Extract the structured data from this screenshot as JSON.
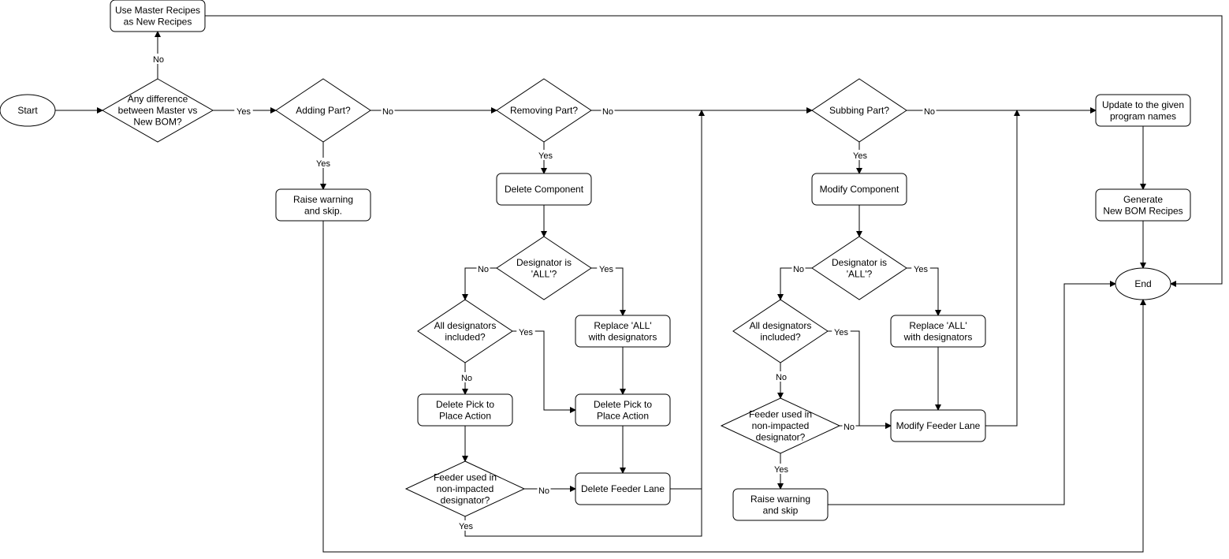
{
  "colors": {
    "stroke": "#000000",
    "fill": "#ffffff",
    "text": "#000000"
  },
  "nodes": {
    "start": {
      "lines": [
        "Start"
      ]
    },
    "use_master": {
      "lines": [
        "Use Master Recipes",
        "as New Recipes"
      ]
    },
    "any_diff": {
      "lines": [
        "Any difference",
        "between Master vs",
        "New BOM?"
      ]
    },
    "adding": {
      "lines": [
        "Adding Part?"
      ]
    },
    "raise1": {
      "lines": [
        "Raise warning",
        "and skip."
      ]
    },
    "removing": {
      "lines": [
        "Removing Part?"
      ]
    },
    "delete_comp": {
      "lines": [
        "Delete Component"
      ]
    },
    "desig_all1": {
      "lines": [
        "Designator is",
        "'ALL'?"
      ]
    },
    "all_incl1": {
      "lines": [
        "All designators",
        "included?"
      ]
    },
    "replace1": {
      "lines": [
        "Replace 'ALL'",
        "with designators"
      ]
    },
    "delpick1": {
      "lines": [
        "Delete Pick to",
        "Place Action"
      ]
    },
    "delpick2": {
      "lines": [
        "Delete Pick to",
        "Place Action"
      ]
    },
    "feeder1": {
      "lines": [
        "Feeder used in",
        "non-impacted",
        "designator?"
      ]
    },
    "delfeeder": {
      "lines": [
        "Delete Feeder Lane"
      ]
    },
    "subbing": {
      "lines": [
        "Subbing Part?"
      ]
    },
    "modify_comp": {
      "lines": [
        "Modify Component"
      ]
    },
    "desig_all2": {
      "lines": [
        "Designator is",
        "'ALL'?"
      ]
    },
    "all_incl2": {
      "lines": [
        "All designators",
        "included?"
      ]
    },
    "replace2": {
      "lines": [
        "Replace 'ALL'",
        "with designators"
      ]
    },
    "feeder2": {
      "lines": [
        "Feeder used in",
        "non-impacted",
        "designator?"
      ]
    },
    "modfeeder": {
      "lines": [
        "Modify Feeder Lane"
      ]
    },
    "raise2": {
      "lines": [
        "Raise warning",
        "and skip"
      ]
    },
    "update": {
      "lines": [
        "Update to the given",
        "program names"
      ]
    },
    "generate": {
      "lines": [
        "Generate",
        "New BOM Recipes"
      ]
    },
    "end": {
      "lines": [
        "End"
      ]
    }
  },
  "edge_labels": {
    "no_anydiff": "No",
    "yes_anydiff": "Yes",
    "no_adding": "No",
    "yes_adding": "Yes",
    "no_removing": "No",
    "yes_removing": "Yes",
    "no_desig1": "No",
    "yes_desig1": "Yes",
    "yes_allincl1": "Yes",
    "no_allincl1": "No",
    "no_feeder1": "No",
    "yes_feeder1": "Yes",
    "no_subbing": "No",
    "yes_subbing": "Yes",
    "no_desig2": "No",
    "yes_desig2": "Yes",
    "yes_allincl2": "Yes",
    "no_allincl2": "No",
    "no_feeder2": "No",
    "yes_feeder2": "Yes"
  }
}
